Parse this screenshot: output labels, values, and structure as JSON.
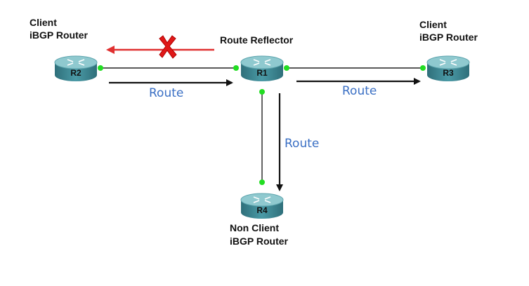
{
  "routers": {
    "r1": {
      "name": "R1",
      "role": "Route Reflector"
    },
    "r2": {
      "name": "R2",
      "role_line1": "Client",
      "role_line2": "iBGP Router"
    },
    "r3": {
      "name": "R3",
      "role_line1": "Client",
      "role_line2": "iBGP Router"
    },
    "r4": {
      "name": "R4",
      "role_line1": "Non Client",
      "role_line2": "iBGP Router"
    }
  },
  "routes": {
    "r2_to_r1": "Route",
    "r1_to_r3": "Route",
    "r1_to_r4": "Route"
  },
  "colors": {
    "router_body": "#3f8b98",
    "router_top": "#8fc9cf",
    "link": "#222222",
    "port": "#22dd22",
    "route_arrow": "#111111",
    "blocked_arrow": "#e03030",
    "blocked_mark": "#e01818",
    "route_text": "#3a6fc4"
  },
  "icons": {
    "router": "router-icon",
    "blocked": "red-x-icon"
  }
}
